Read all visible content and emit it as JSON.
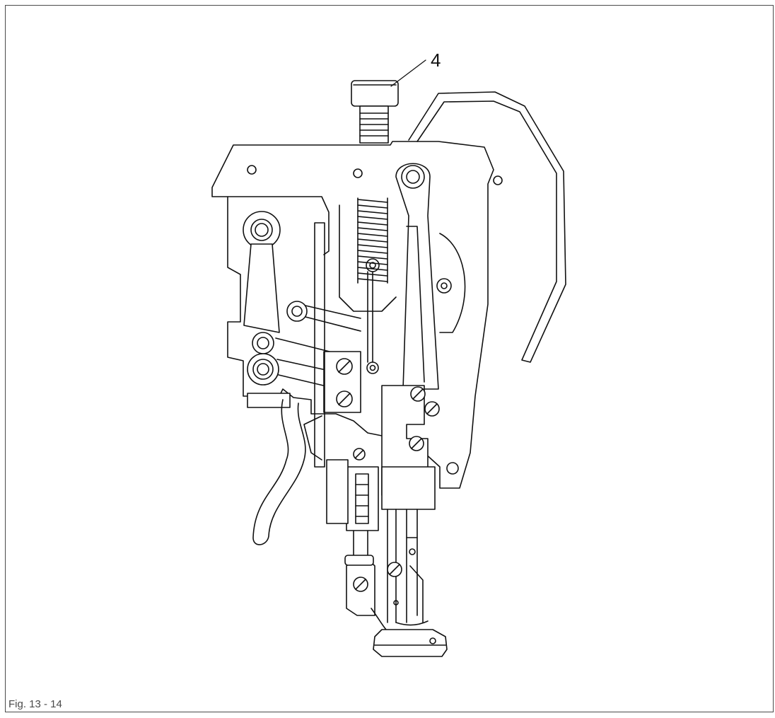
{
  "figure": {
    "caption": "Fig. 13 - 14",
    "callouts": [
      {
        "label": "4",
        "part": "screw"
      }
    ]
  }
}
